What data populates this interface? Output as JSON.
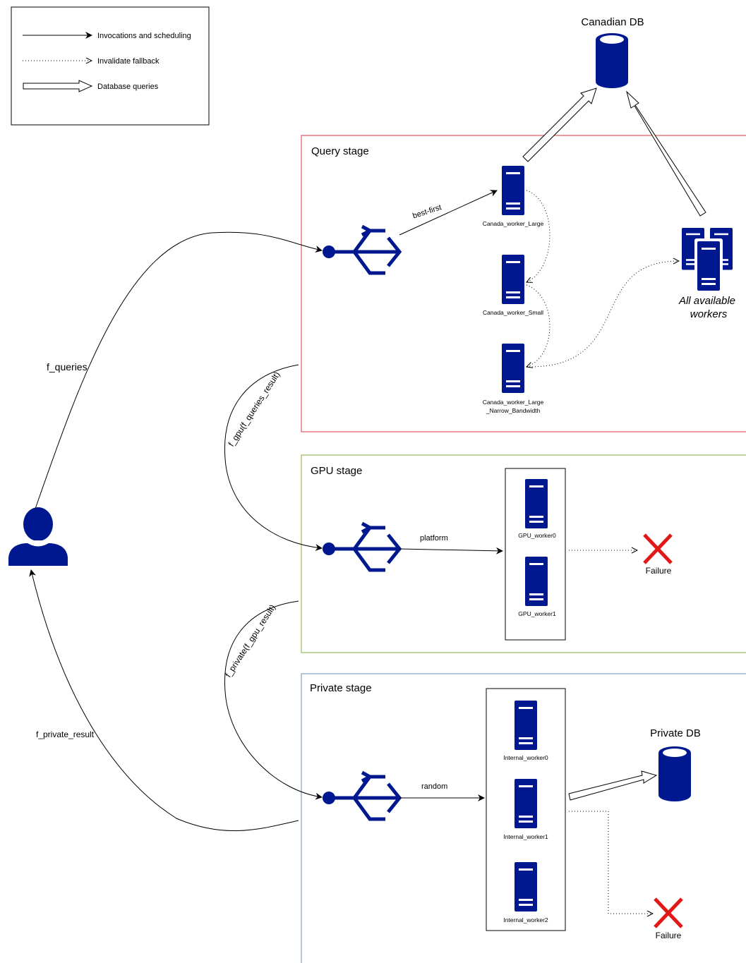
{
  "legend": {
    "invocations": "Invocations and scheduling",
    "fallback": "Invalidate fallback",
    "db_queries": "Database queries"
  },
  "canadian_db": "Canadian DB",
  "private_db": "Private DB",
  "stages": {
    "query": {
      "title": "Query stage",
      "policy": "best-first",
      "workers": [
        "Canada_worker_Large",
        "Canada_worker_Small",
        "Canada_worker_Large",
        "_Narrow_Bandwidth"
      ],
      "all_workers": [
        "All available",
        "workers"
      ]
    },
    "gpu": {
      "title": "GPU stage",
      "policy": "platform",
      "workers": [
        "GPU_worker0",
        "GPU_worker1"
      ],
      "failure": "Failure"
    },
    "private": {
      "title": "Private stage",
      "policy": "random",
      "workers": [
        "Internal_worker0",
        "Internal_worker1",
        "Internal_worker2"
      ],
      "failure": "Failure"
    }
  },
  "flows": {
    "f_queries": "f_queries",
    "f_gpu": "f_gpu(f_queries_result)",
    "f_private": "f_private(f_gpu_result)",
    "f_private_result": "f_private_result"
  },
  "colors": {
    "icon": "#00188f",
    "query_border": "#e0353f",
    "gpu_border": "#82b23a",
    "private_border": "#6c8ebf",
    "failure": "#e01818"
  }
}
